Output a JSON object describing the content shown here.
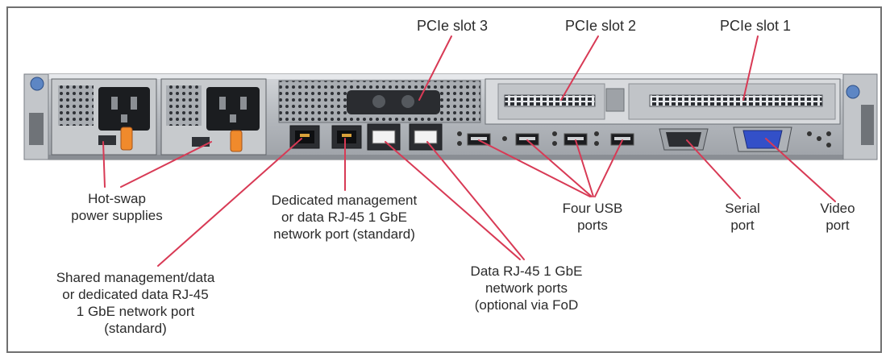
{
  "labels": {
    "pcie_slot_3": "PCIe slot 3",
    "pcie_slot_2": "PCIe slot 2",
    "pcie_slot_1": "PCIe slot 1",
    "power_supplies": "Hot-swap\npower supplies",
    "shared_mgmt_port": "Shared management/data\nor dedicated data RJ-45\n1 GbE network port\n(standard)",
    "dedicated_mgmt_port": "Dedicated management\nor data RJ-45  1 GbE\nnetwork port (standard)",
    "data_ports": "Data RJ-45  1 GbE\nnetwork ports\n(optional via FoD",
    "usb_ports": "Four USB\nports",
    "serial_port": "Serial\nport",
    "video_port": "Video\nport"
  },
  "colors": {
    "callout_line": "#d83a55",
    "chassis": "#b9bdc2",
    "chassis_dark": "#3a3d42",
    "power_handle": "#f08a2c",
    "video_connector": "#3350c8",
    "border": "#707070"
  }
}
